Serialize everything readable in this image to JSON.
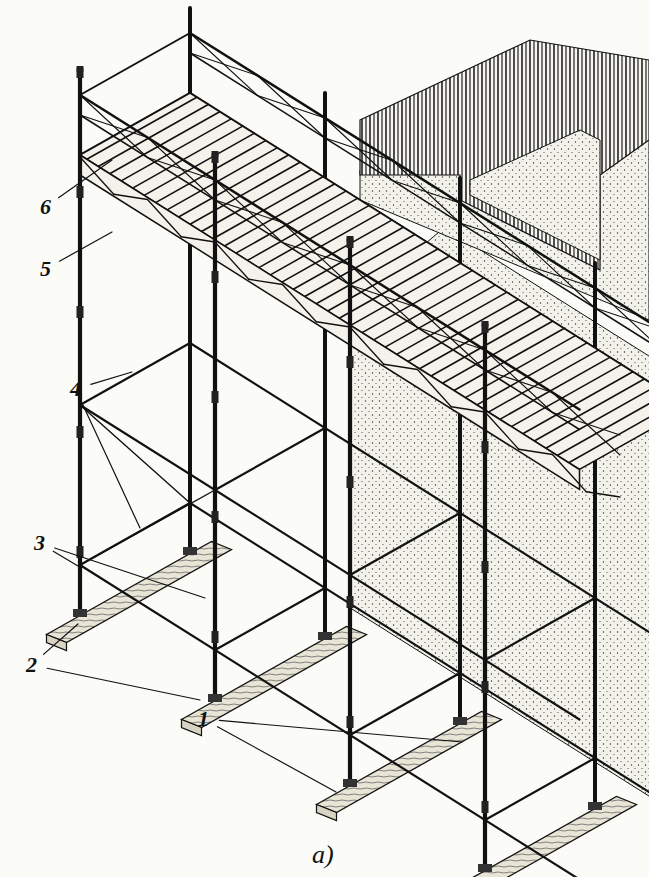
{
  "diagram": {
    "caption": "a)",
    "labels": [
      "6",
      "5",
      "4",
      "3",
      "2",
      "1"
    ]
  }
}
